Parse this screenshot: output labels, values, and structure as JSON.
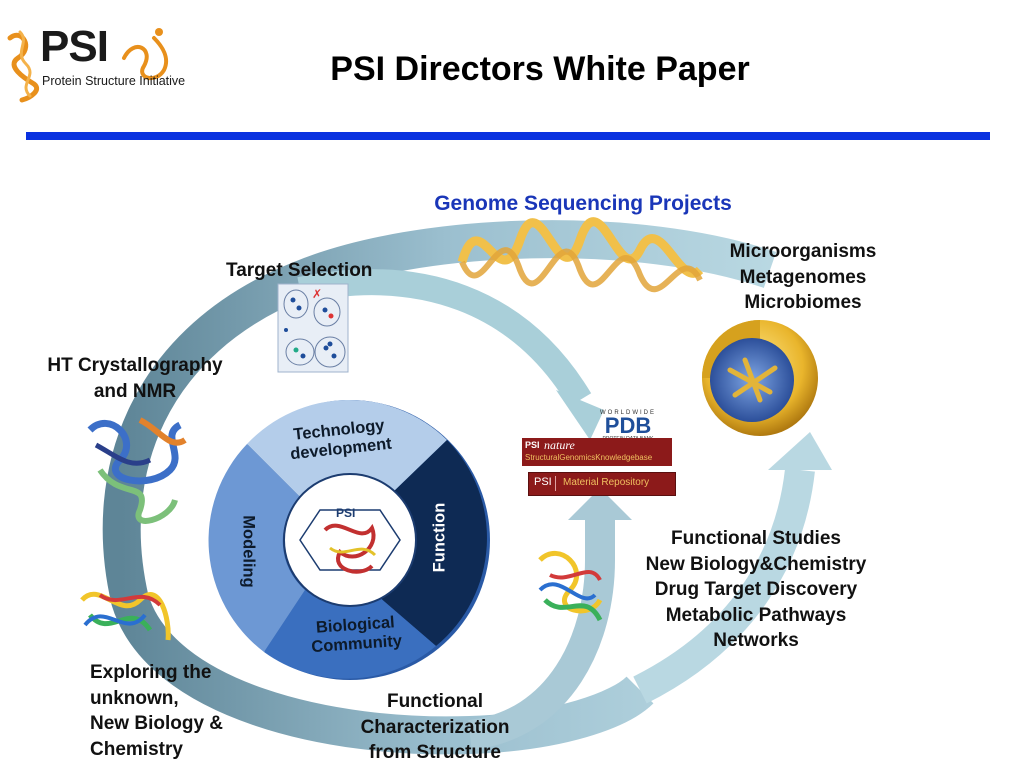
{
  "slide": {
    "title": "PSI Directors White Paper"
  },
  "logo": {
    "abbrev": "PSI",
    "name": "Protein Structure Initiative"
  },
  "labels": {
    "genome": "Genome Sequencing Projects",
    "target_selection": "Target Selection",
    "ht_crystallography": [
      "HT Crystallography",
      "and NMR"
    ],
    "environments": [
      "Microorganisms",
      "Metagenomes",
      "Microbiomes"
    ],
    "functional_studies": [
      "Functional Studies",
      "New Biology&Chemistry",
      "Drug Target Discovery",
      "Metabolic Pathways",
      "Networks"
    ],
    "exploring": [
      "Exploring the",
      "unknown,",
      "New Biology &",
      "Chemistry"
    ],
    "functional_characterization": [
      "Functional",
      "Characterization",
      "from Structure"
    ]
  },
  "wheel": {
    "technology": [
      "Technology",
      "development"
    ],
    "function": "Function",
    "biological": [
      "Biological",
      "Community"
    ],
    "modeling": "Modeling",
    "center_logo": "PSI"
  },
  "resources": {
    "pdb_top": "WORLDWIDE",
    "pdb": "PDB",
    "pdb_sub": "PROTEIN DATA BANK",
    "sgkb_psi": "PSI",
    "sgkb_nature": "nature",
    "sgkb_text": "StructuralGenomicsKnowledgebase",
    "mr_psi": "PSI",
    "mr_text": "Material Repository"
  },
  "colors": {
    "title_rule": "#0a32e0",
    "genome_label": "#1a36b8",
    "cycle_arrow": "#8ab2c4",
    "wheel_light": "#b4cdea",
    "wheel_dark": "#0e2a54",
    "wheel_mid": "#3a6fbf",
    "wheel_side": "#6d98d4",
    "logo_orange": "#e8901c"
  }
}
